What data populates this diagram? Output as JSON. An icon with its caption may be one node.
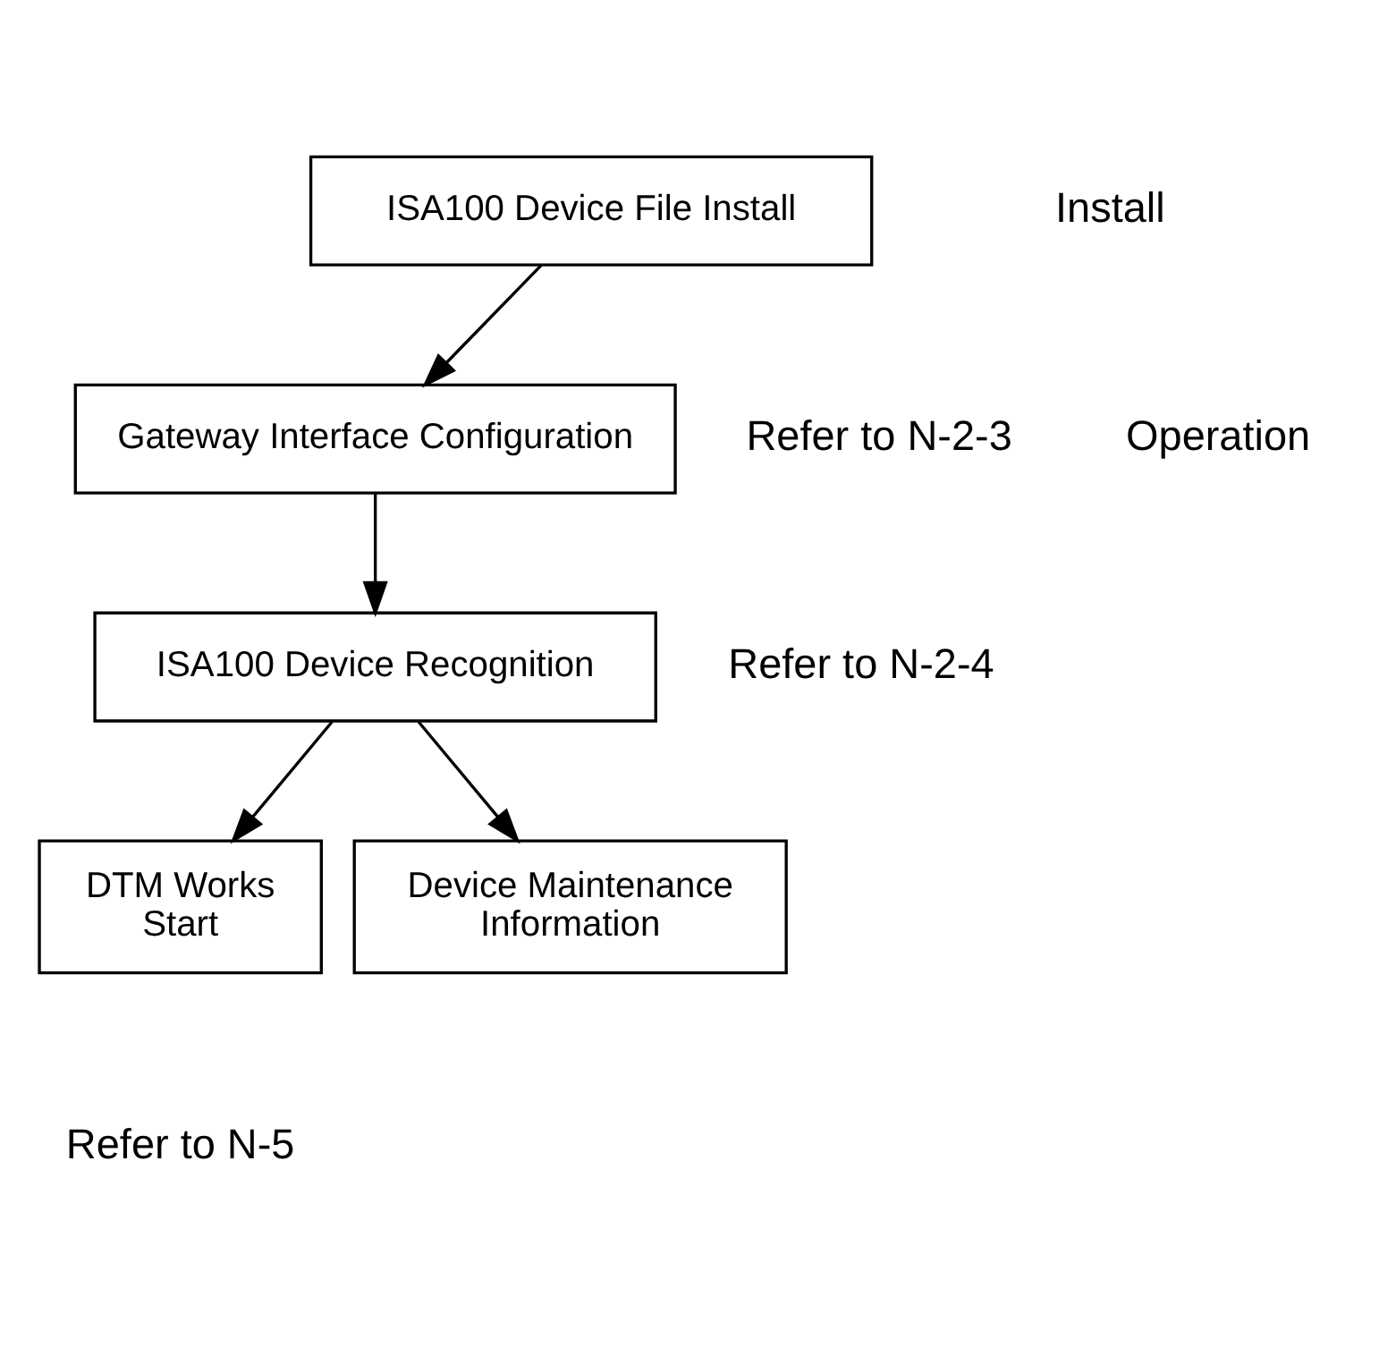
{
  "diagram": {
    "nodes": [
      {
        "text": [
          "ISA100 Device File Install"
        ]
      },
      {
        "text": [
          "Gateway Interface Configuration"
        ],
        "beside": [
          "Refer to N-2-3"
        ]
      },
      {
        "text": [
          "ISA100 Device Recognition"
        ],
        "beside": [
          "Refer to N-2-4"
        ]
      },
      {
        "text": [
          "DTM Works Start"
        ],
        "beside": [
          "Refer to N-5"
        ]
      },
      {
        "text": [
          "Device Maintenance Information"
        ]
      }
    ],
    "edges": [
      {
        "from": 0,
        "to": 1,
        "arrow": "to"
      },
      {
        "from": 1,
        "to": 2,
        "arrow": "to"
      },
      {
        "from": 2,
        "to": 3,
        "arrow": "to"
      },
      {
        "from": 2,
        "to": 4,
        "arrow": "to"
      }
    ],
    "labels": [
      "Install",
      "Operation"
    ]
  }
}
